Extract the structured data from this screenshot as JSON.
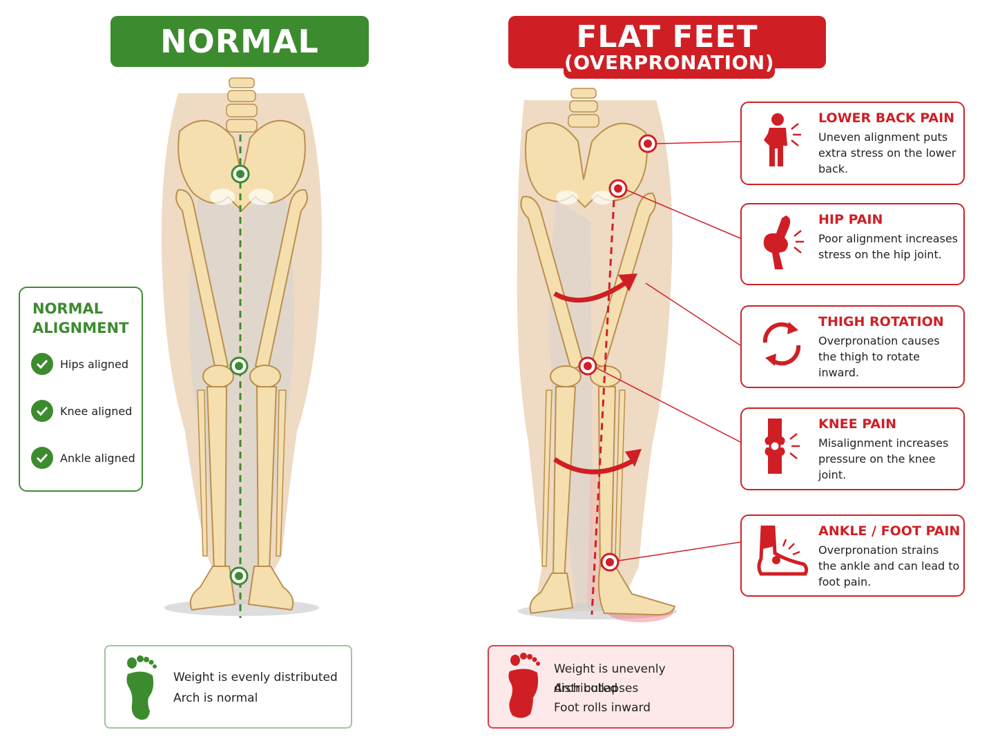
{
  "normal": {
    "header": "NORMAL",
    "alignment_title": "NORMAL ALIGNMENT",
    "checks": [
      "Hips aligned",
      "Knee aligned",
      "Ankle aligned"
    ],
    "weight_lines": [
      "Weight is evenly distributed",
      "Arch is normal"
    ]
  },
  "flat": {
    "header": "FLAT FEET",
    "subheader": "(OVERPRONATION)",
    "weight_lines": [
      "Weight is unevenly distributed",
      "Arch collapses",
      "Foot rolls inward"
    ],
    "callouts": [
      {
        "title": "LOWER BACK PAIN",
        "desc": "Uneven alignment puts extra stress on the lower back.",
        "icon": "back-pain-icon"
      },
      {
        "title": "HIP PAIN",
        "desc": "Poor alignment increases stress on the hip joint.",
        "icon": "hip-pain-icon"
      },
      {
        "title": "THIGH ROTATION",
        "desc": "Overpronation causes the thigh to rotate inward.",
        "icon": "rotation-icon"
      },
      {
        "title": "KNEE PAIN",
        "desc": "Misalignment increases pressure on the knee joint.",
        "icon": "knee-pain-icon"
      },
      {
        "title": "ANKLE / FOOT PAIN",
        "desc": "Overpronation strains the ankle and can lead to foot pain.",
        "icon": "ankle-pain-icon"
      }
    ]
  },
  "colors": {
    "green": "#3d8b2f",
    "red": "#cf1f25",
    "bone": "#f6dfae",
    "skin": "#ecd3b8"
  }
}
